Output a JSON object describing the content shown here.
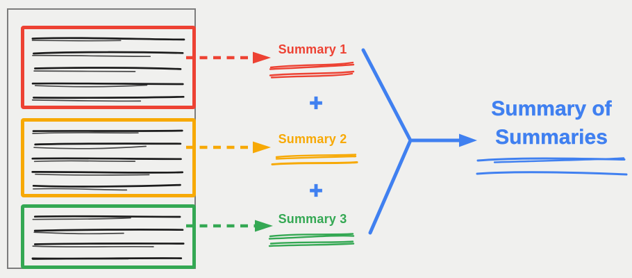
{
  "colors": {
    "red": "#ED4233",
    "orange": "#F7A905",
    "green": "#34A853",
    "blue": "#4080F0",
    "ink": "#1c1c1c",
    "frame": "#7c7c7c",
    "bg": "#f0f0ee"
  },
  "source_document": {
    "chunks": [
      {
        "name": "chunk-1",
        "color": "red",
        "line_count": 5
      },
      {
        "name": "chunk-2",
        "color": "orange",
        "line_count": 5
      },
      {
        "name": "chunk-3",
        "color": "green",
        "line_count": 4
      }
    ]
  },
  "summaries": [
    {
      "label": "Summary 1",
      "color": "red"
    },
    {
      "label": "Summary 2",
      "color": "orange"
    },
    {
      "label": "Summary 3",
      "color": "green"
    }
  ],
  "operators": {
    "plus": "+"
  },
  "result": {
    "title": "Summary of Summaries",
    "color": "blue"
  }
}
